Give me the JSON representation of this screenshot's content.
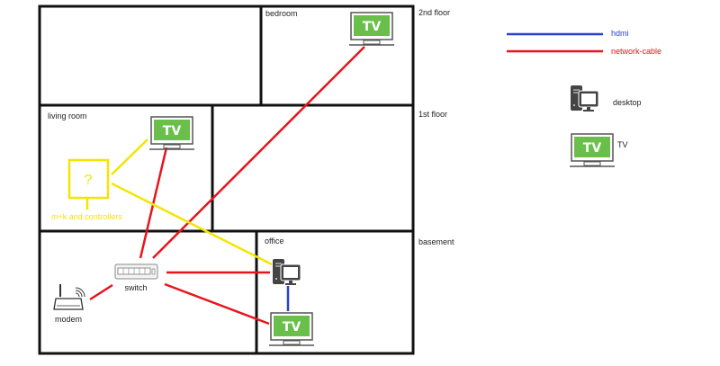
{
  "floors": {
    "second": "2nd floor",
    "first": "1st floor",
    "basement": "basement"
  },
  "rooms": {
    "bedroom": "bedroom",
    "living_room": "living room",
    "office": "office"
  },
  "devices": {
    "tv_label": "TV",
    "unknown_device": "?",
    "peripherals": "m+k and controllers",
    "switch": "switch",
    "modem": "modem"
  },
  "legend": {
    "hdmi": "hdmi",
    "network": "network-cable",
    "desktop": "desktop",
    "tv": "TV"
  },
  "colors": {
    "hdmi": "#2b3fd1",
    "network": "#e8141c",
    "peripheral": "#f5e400",
    "tv_screen": "#6abf4b"
  }
}
